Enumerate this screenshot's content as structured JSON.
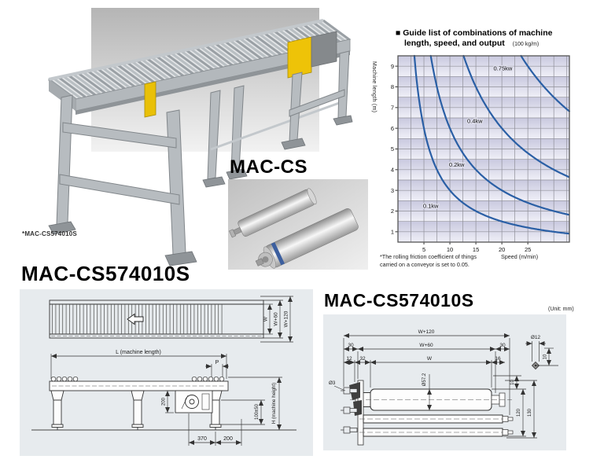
{
  "product": {
    "photo_caption": "*MAC-CS574010S",
    "roller_label": "MAC-CS"
  },
  "chart_data": {
    "type": "line",
    "bullet": "■",
    "title_line1": "Guide list of combinations of machine",
    "title_line2": "length, speed, and output",
    "unit_note": "(100 kg/m)",
    "xlabel": "Speed (m/min)",
    "ylabel": "Machine length (m)",
    "footnote_line1": "*The rolling friction coefficient of things",
    "footnote_line2": "carried on a conveyor is set to 0.05.",
    "xlim": [
      0,
      33
    ],
    "ylim": [
      0.5,
      9.5
    ],
    "xticks": [
      5,
      10,
      15,
      20,
      25
    ],
    "yticks": [
      1,
      2,
      3,
      4,
      5,
      6,
      7,
      8,
      9
    ],
    "grid_minor_x": 2.5,
    "grid_minor_y": 0.5,
    "grid_color": "#8f8f98",
    "curve_color": "#2a5fa5",
    "series": [
      {
        "name": "0.1kw",
        "hyperbola_k": 30,
        "label_x": 6.3,
        "label_y": 2.15,
        "points": [
          [
            5,
            6
          ],
          [
            10,
            3
          ],
          [
            15,
            2
          ],
          [
            20,
            1.5
          ],
          [
            25,
            1.2
          ],
          [
            30,
            1
          ]
        ]
      },
      {
        "name": "0.2kw",
        "hyperbola_k": 60,
        "label_x": 11.3,
        "label_y": 4.15,
        "points": [
          [
            7.5,
            8
          ],
          [
            10,
            6
          ],
          [
            15,
            4
          ],
          [
            20,
            3
          ],
          [
            25,
            2.4
          ],
          [
            30,
            2
          ]
        ]
      },
      {
        "name": "0.4kw",
        "hyperbola_k": 120,
        "label_x": 14.8,
        "label_y": 6.25,
        "points": [
          [
            15,
            8
          ],
          [
            20,
            6
          ],
          [
            25,
            4.8
          ],
          [
            30,
            4
          ]
        ]
      },
      {
        "name": "0.75kw",
        "hyperbola_k": 225,
        "label_x": 20.2,
        "label_y": 8.8,
        "points": [
          [
            25,
            9
          ],
          [
            30,
            7.5
          ]
        ]
      }
    ]
  },
  "drawing_left": {
    "title": "MAC-CS574010S",
    "dims": {
      "w": "W",
      "w60": "W+60",
      "w120": "W+120",
      "length": "L (machine length)",
      "pitch": "P",
      "drive_height": "200",
      "foot_adjust": "100±50",
      "machine_height": "H (machine height)",
      "drive_offset": "370",
      "end_offset": "200"
    }
  },
  "drawing_right": {
    "title": "MAC-CS574010S",
    "unit": "(Unit: mm)",
    "dims": {
      "overall_width": "W+120",
      "frame_width": "W+60",
      "roller_width": "W",
      "margin_left": "30",
      "margin_right": "30",
      "d12": "12",
      "d32": "32",
      "d16": "16",
      "roller_dia": "Ø57.2",
      "gap_top": "10",
      "frame_depth_inner": "120",
      "frame_depth_outer": "130",
      "shaft_dia": "Ø12",
      "shaft_width": "10",
      "hole_dia": "Ø3"
    }
  }
}
